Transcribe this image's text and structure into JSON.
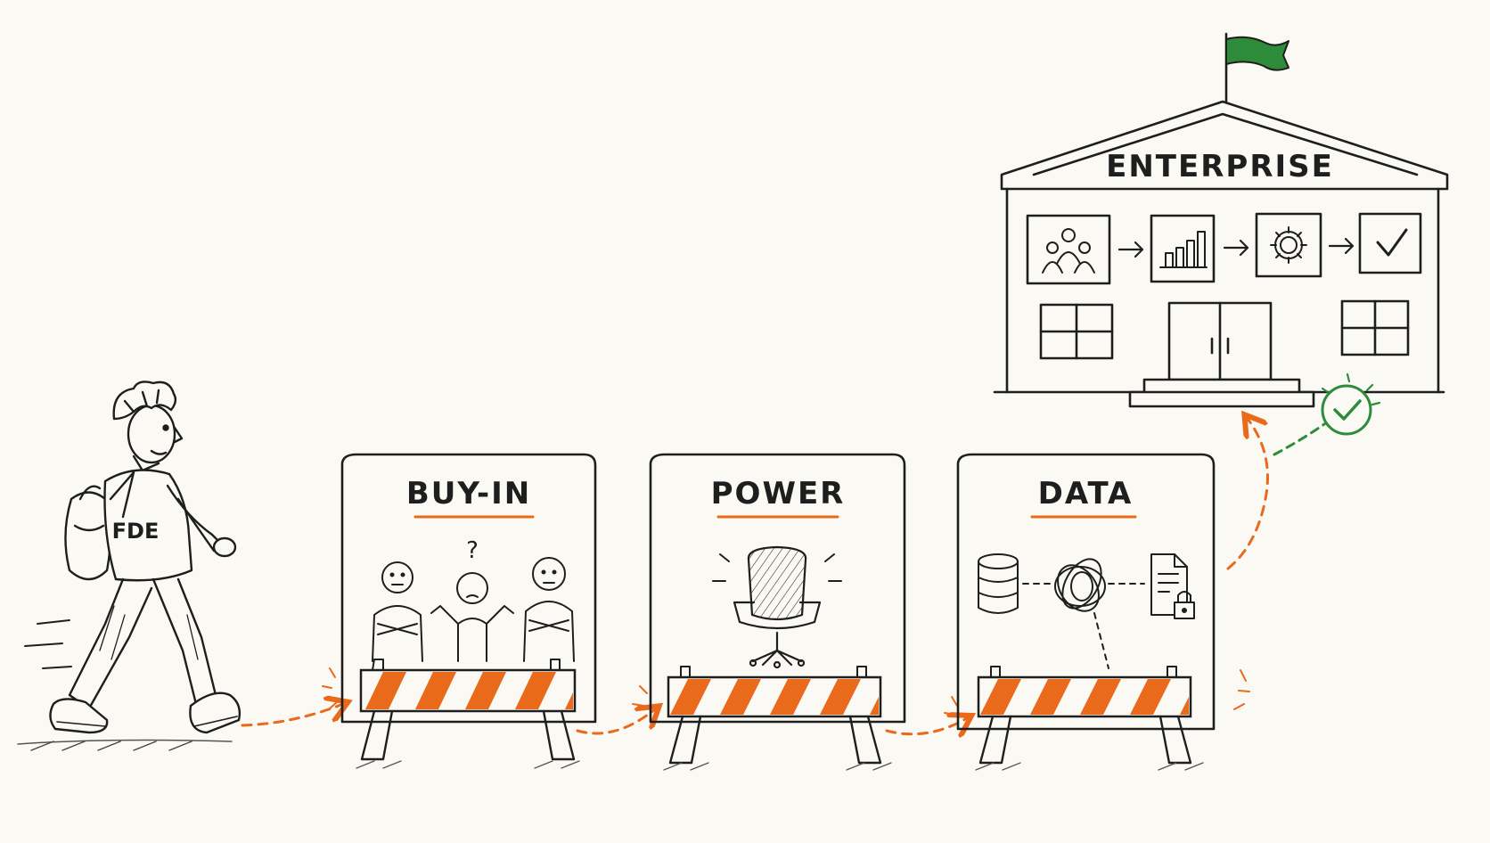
{
  "walker": {
    "jacket_label": "FDE"
  },
  "barriers": [
    {
      "id": "buy-in",
      "label": "BUY-IN",
      "icon": "people-confused-icon",
      "glyph": "?"
    },
    {
      "id": "power",
      "label": "POWER",
      "icon": "office-chair-icon"
    },
    {
      "id": "data",
      "label": "DATA",
      "icon": "database-tangle-locked-doc-icon"
    }
  ],
  "enterprise": {
    "label": "ENTERPRISE",
    "process_steps": [
      "people-icon",
      "bar-chart-icon",
      "gear-icon",
      "checkmark-icon"
    ]
  },
  "colors": {
    "ink": "#1e1e1e",
    "accent": "#ea6a1c",
    "success": "#2e8b3a",
    "background": "#fbf9f4"
  }
}
